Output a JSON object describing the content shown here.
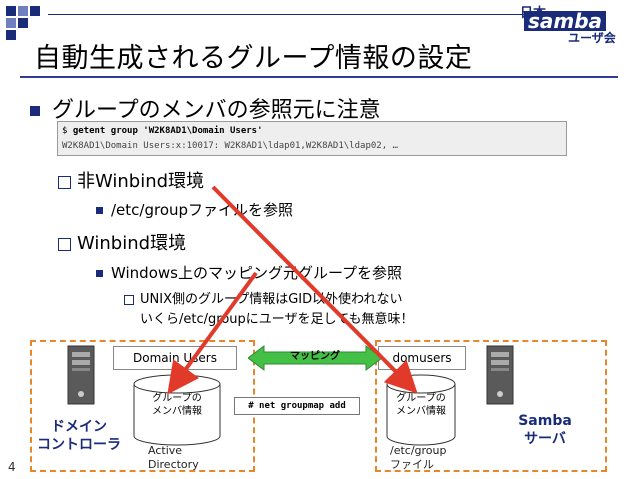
{
  "logo": {
    "line1": "日本",
    "line2": "samba",
    "line3": "ユーザ会"
  },
  "title": "自動生成されるグループ情報の設定",
  "bullet1": "グループのメンバの参照元に注意",
  "code": {
    "prompt": "$ ",
    "command": "getent group 'W2K8AD1\\Domain Users'",
    "output_a": "W2K8AD1\\Domain Users:x:10017:",
    "output_b": " W2K8AD1\\ldap01,W2K8AD1\\ldap02, …"
  },
  "nonwinbind": {
    "heading": "非Winbind環境",
    "item": "/etc/groupファイルを参照"
  },
  "winbind": {
    "heading": "Winbind環境",
    "item": "Windows上のマッピング元グループを参照",
    "sub_line1": "UNIX側のグループ情報はGID以外使われない",
    "sub_line2": "いくら/etc/groupにユーザを足しても無意味！"
  },
  "diagram": {
    "left_group": "Domain Users",
    "right_group": "domusers",
    "mapping": "マッピング",
    "net_command": "# net groupmap add",
    "left_cyl_line1": "グループの",
    "left_cyl_line2": "メンバ情報",
    "right_cyl_line1": "グループの",
    "right_cyl_line2": "メンバ情報",
    "left_store_line1": "Active",
    "left_store_line2": "Directory",
    "right_store_line1": "/etc/group",
    "right_store_line2": "ファイル",
    "left_host_line1": "ドメイン",
    "left_host_line2": "コントローラ",
    "right_host_line1": "Samba",
    "right_host_line2": "サーバ"
  },
  "page_number": "4",
  "colors": {
    "accent": "#1a2b7a",
    "dash": "#e8862a",
    "arrow": "#e23a2a",
    "mapping": "#44c047"
  }
}
